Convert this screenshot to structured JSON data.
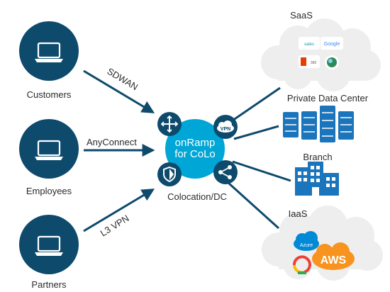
{
  "users": [
    {
      "label": "Customers",
      "link": "SDWAN"
    },
    {
      "label": "Employees",
      "link": "AnyConnect"
    },
    {
      "label": "Partners",
      "link": "L3 VPN"
    }
  ],
  "hub": {
    "line1": "onRamp",
    "line2": "for CoLo",
    "caption": "Colocation/DC",
    "vpn_badge": "VPN"
  },
  "destinations": {
    "saas": {
      "label": "SaaS",
      "apps": [
        "salesforce",
        "Google",
        "Office 365",
        "Globe"
      ]
    },
    "private_dc": {
      "label": "Private Data Center"
    },
    "branch": {
      "label": "Branch"
    },
    "iaas": {
      "label": "IaaS",
      "logos": {
        "azure": "Azure",
        "aws": "AWS",
        "gcp": "Google Cloud"
      }
    }
  },
  "colors": {
    "circle": "#0d4a6c",
    "hub": "#00a6d6",
    "arrow": "#0d4a6c",
    "icon": "#1b75bc",
    "cloud": "#eeeeee"
  }
}
